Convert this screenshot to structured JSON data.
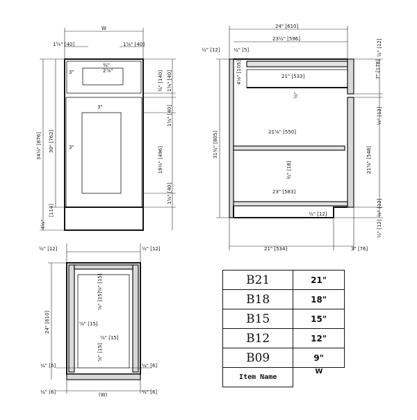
{
  "front_view": {
    "top_width": "W",
    "stile_left": "1⅝\" [40]",
    "stile_right": "1⅝\" [40]",
    "drawer_label": "¾\"",
    "drawer_label_2": "2⅞\"",
    "rail_3in_a": "3\"",
    "rail_3in_b": "3\"",
    "rail_3in_c": "3\"",
    "overall_height": "34½\" [876]",
    "door_height": "30\" [762]",
    "toe_kick": "[114]",
    "toe_kick_bottom": "4½\"",
    "right_dim_1": "¾\" [140]",
    "right_dim_2": "1⅝\" [40]",
    "right_dim_3": "1⅝\" [40]",
    "right_dim_4": "19½\" [496]",
    "right_dim_5": "1⅝\" [40]"
  },
  "side_view": {
    "overall_depth": "24\" [610]",
    "inner_depth": "23½\" [596]",
    "back_top": "½\" [12]",
    "back_quarter": "¼\" [5]",
    "top_rail": "4⅛\" [105]",
    "drawer_depth": "21\" [533]",
    "drawer_half": "½\"",
    "shelf_depth": "21⅝\" [550]",
    "shelf_thk": "¾\" [18]",
    "floor_depth": "23\" [583]",
    "left_height": "31¾\" [805]",
    "floor_half": "½\" [12]",
    "bottom_depth": "21\" [534]",
    "bottom_toe": "3\" [76]",
    "right_top": "½\" [12]",
    "right_drawer": "7\" [178]",
    "right_half_a": "½\" [12]",
    "right_height": "21⅝\" [548]",
    "right_half_b": "½\" [12]",
    "right_half_c": "½\" [12]"
  },
  "top_view": {
    "left_half": "½\" [12]",
    "right_half": "½\" [12]",
    "depth": "24\" [610]",
    "inner_a": "⅝\" [15]",
    "inner_b": "⅝\" [15]",
    "inner_c": "⅝\" [15]",
    "inner_d": "⅝\" [15]",
    "inner_e": "⅝\" [15]",
    "quarter_l1": "¼\" [6]",
    "quarter_r1": "¼\" [6]",
    "quarter_l2": "¼\" [6]",
    "quarter_r2": "¼\" [6]",
    "width_label": "(W)"
  },
  "spec_table": {
    "rows": [
      {
        "code": "B21",
        "size": "21\""
      },
      {
        "code": "B18",
        "size": "18\""
      },
      {
        "code": "B15",
        "size": "15\""
      },
      {
        "code": "B12",
        "size": "12\""
      },
      {
        "code": "B09",
        "size": "9\""
      }
    ],
    "footer_label": "Item Name",
    "footer_value": "W"
  }
}
